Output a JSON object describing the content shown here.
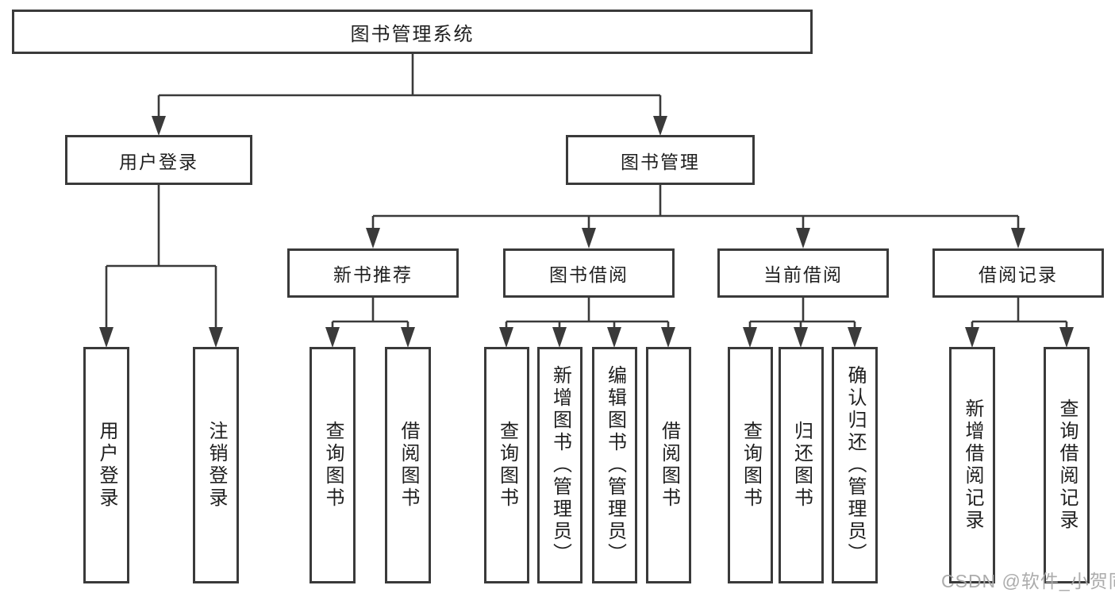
{
  "diagram": {
    "title": "图书管理系统",
    "colors": {
      "line": "#3a3a3a",
      "text": "#1f1f1f",
      "background": "#ffffff",
      "watermark": "#a8a8a8"
    },
    "nodes": {
      "root": "图书管理系统",
      "user_login": "用户登录",
      "book_mgmt": "图书管理",
      "new_book": "新书推荐",
      "borrow": "图书借阅",
      "current": "当前借阅",
      "record": "借阅记录",
      "leaf_user_login": "用户登录",
      "leaf_logout": "注销登录",
      "leaf_new_query": "查询图书",
      "leaf_new_borrow": "借阅图书",
      "leaf_borrow_query": "查询图书",
      "leaf_borrow_add": "新增图书（管理员）",
      "leaf_borrow_edit": "编辑图书（管理员）",
      "leaf_borrow_borrow": "借阅图书",
      "leaf_cur_query": "查询图书",
      "leaf_cur_return": "归还图书",
      "leaf_cur_confirm": "确认归还（管理员）",
      "leaf_rec_add": "新增借阅记录",
      "leaf_rec_query": "查询借阅记录"
    },
    "hierarchy": {
      "图书管理系统": {
        "用户登录": [
          "用户登录",
          "注销登录"
        ],
        "图书管理": {
          "新书推荐": [
            "查询图书",
            "借阅图书"
          ],
          "图书借阅": [
            "查询图书",
            "新增图书（管理员）",
            "编辑图书（管理员）",
            "借阅图书"
          ],
          "当前借阅": [
            "查询图书",
            "归还图书",
            "确认归还（管理员）"
          ],
          "借阅记录": [
            "新增借阅记录",
            "查询借阅记录"
          ]
        }
      }
    }
  },
  "watermark": "CSDN @软件_小贺同学"
}
